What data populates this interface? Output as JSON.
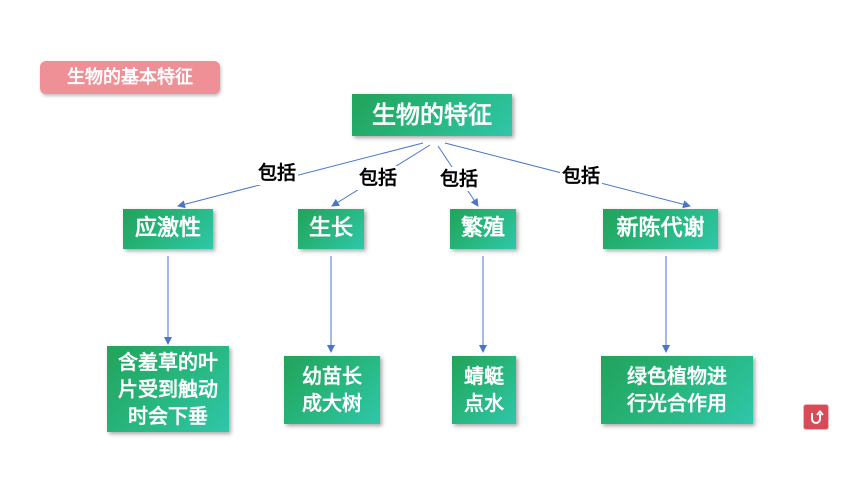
{
  "tag": {
    "label": "生物的基本特征"
  },
  "root": {
    "label": "生物的特征"
  },
  "edge_label": "包括",
  "features": [
    {
      "label": "应激性",
      "example": "含羞草的叶\n片受到触动\n时会下垂"
    },
    {
      "label": "生长",
      "example": "幼苗长\n成大树"
    },
    {
      "label": "繁殖",
      "example": "蜻蜓\n点水"
    },
    {
      "label": "新陈代谢",
      "example": "绿色植物进\n行光合作用"
    }
  ],
  "colors": {
    "tag": "#ef8f96",
    "box_start": "#21a35a",
    "box_end": "#2fc7aa",
    "arrow": "#4a76c9",
    "back_button": "#d94a57"
  },
  "icons": {
    "back_button": "u-turn-arrow-icon"
  }
}
